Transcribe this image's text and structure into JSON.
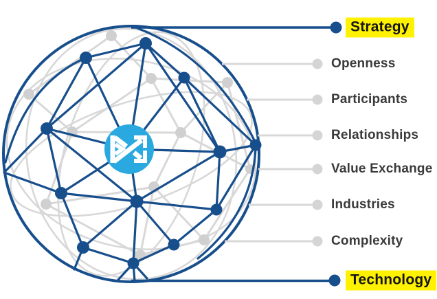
{
  "figure": {
    "type": "network-globe-diagram",
    "center_icon": "exchange-arrows-icon"
  },
  "labels": [
    {
      "id": "strategy",
      "text": "Strategy",
      "highlighted": true
    },
    {
      "id": "openness",
      "text": "Openness",
      "highlighted": false
    },
    {
      "id": "participants",
      "text": "Participants",
      "highlighted": false
    },
    {
      "id": "relationships",
      "text": "Relationships",
      "highlighted": false
    },
    {
      "id": "value-exchange",
      "text": "Value Exchange",
      "highlighted": false
    },
    {
      "id": "industries",
      "text": "Industries",
      "highlighted": false
    },
    {
      "id": "complexity",
      "text": "Complexity",
      "highlighted": false
    },
    {
      "id": "technology",
      "text": "Technology",
      "highlighted": true
    }
  ],
  "colors": {
    "navy": "#174E8C",
    "back_gray": "#D8D8D8",
    "gray_node": "#D0D0D0",
    "icon_blue": "#29A9E0",
    "highlight_yellow": "#FFF200",
    "label_text": "#3A3A3A"
  }
}
